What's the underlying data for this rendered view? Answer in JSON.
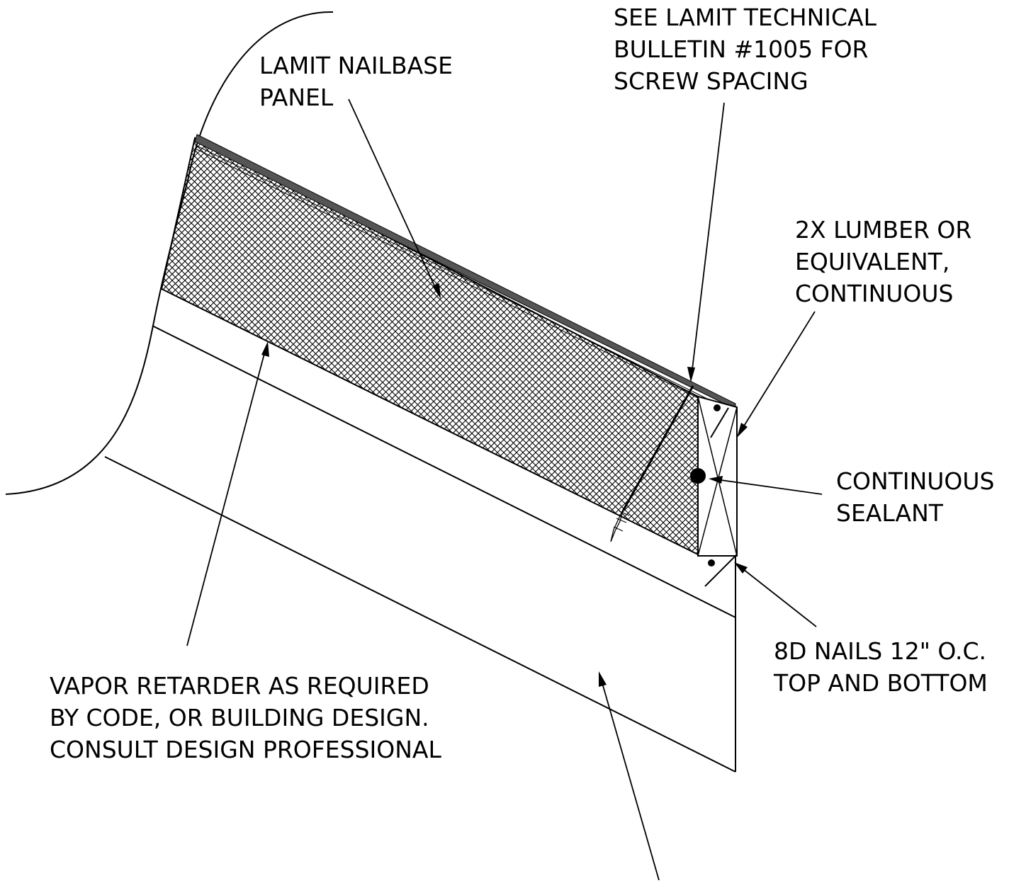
{
  "labels": {
    "nailbase_panel": [
      "LAMIT NAILBASE",
      "PANEL"
    ],
    "screw_spacing": [
      "SEE LAMIT TECHNICAL",
      "BULLETIN #1005 FOR",
      "SCREW SPACING"
    ],
    "lumber": [
      "2X LUMBER OR",
      "EQUIVALENT,",
      "CONTINUOUS"
    ],
    "sealant": [
      "CONTINUOUS",
      "SEALANT"
    ],
    "nails": [
      "8D NAILS 12\" O.C.",
      "TOP AND BOTTOM"
    ],
    "vapor_retarder": [
      "VAPOR RETARDER AS REQUIRED",
      "BY CODE, OR BUILDING DESIGN.",
      "CONSULT DESIGN PROFESSIONAL"
    ]
  },
  "colors": {
    "line": "#000000",
    "background": "#ffffff"
  }
}
